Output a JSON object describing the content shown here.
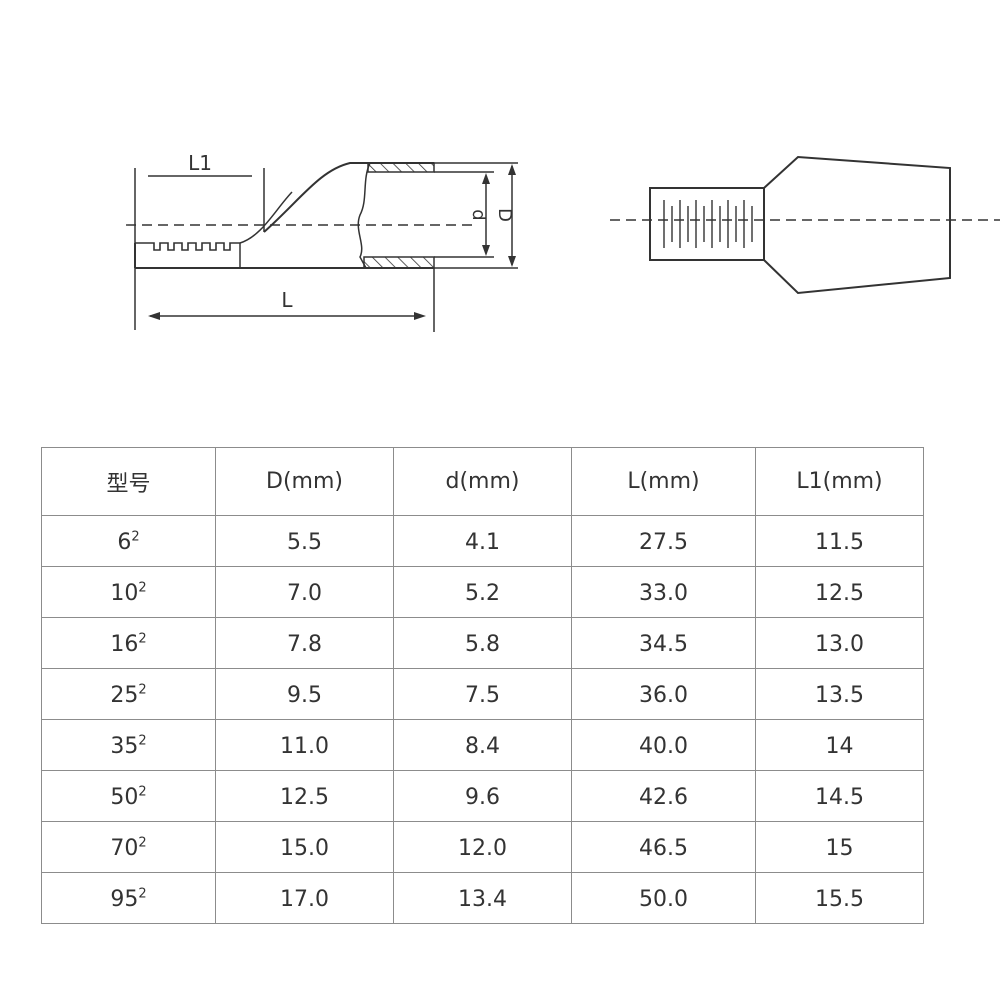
{
  "diagram": {
    "labels": {
      "l1": "L1",
      "l": "L",
      "d": "d",
      "big_d": "D"
    }
  },
  "table": {
    "headers": [
      "型号",
      "D(mm)",
      "d(mm)",
      "L(mm)",
      "L1(mm)"
    ],
    "rows": [
      {
        "model": "6",
        "sup": "2",
        "D": "5.5",
        "d": "4.1",
        "L": "27.5",
        "L1": "11.5"
      },
      {
        "model": "10",
        "sup": "2",
        "D": "7.0",
        "d": "5.2",
        "L": "33.0",
        "L1": "12.5"
      },
      {
        "model": "16",
        "sup": "2",
        "D": "7.8",
        "d": "5.8",
        "L": "34.5",
        "L1": "13.0"
      },
      {
        "model": "25",
        "sup": "2",
        "D": "9.5",
        "d": "7.5",
        "L": "36.0",
        "L1": "13.5"
      },
      {
        "model": "35",
        "sup": "2",
        "D": "11.0",
        "d": "8.4",
        "L": "40.0",
        "L1": "14"
      },
      {
        "model": "50",
        "sup": "2",
        "D": "12.5",
        "d": "9.6",
        "L": "42.6",
        "L1": "14.5"
      },
      {
        "model": "70",
        "sup": "2",
        "D": "15.0",
        "d": "12.0",
        "L": "46.5",
        "L1": "15"
      },
      {
        "model": "95",
        "sup": "2",
        "D": "17.0",
        "d": "13.4",
        "L": "50.0",
        "L1": "15.5"
      }
    ]
  }
}
